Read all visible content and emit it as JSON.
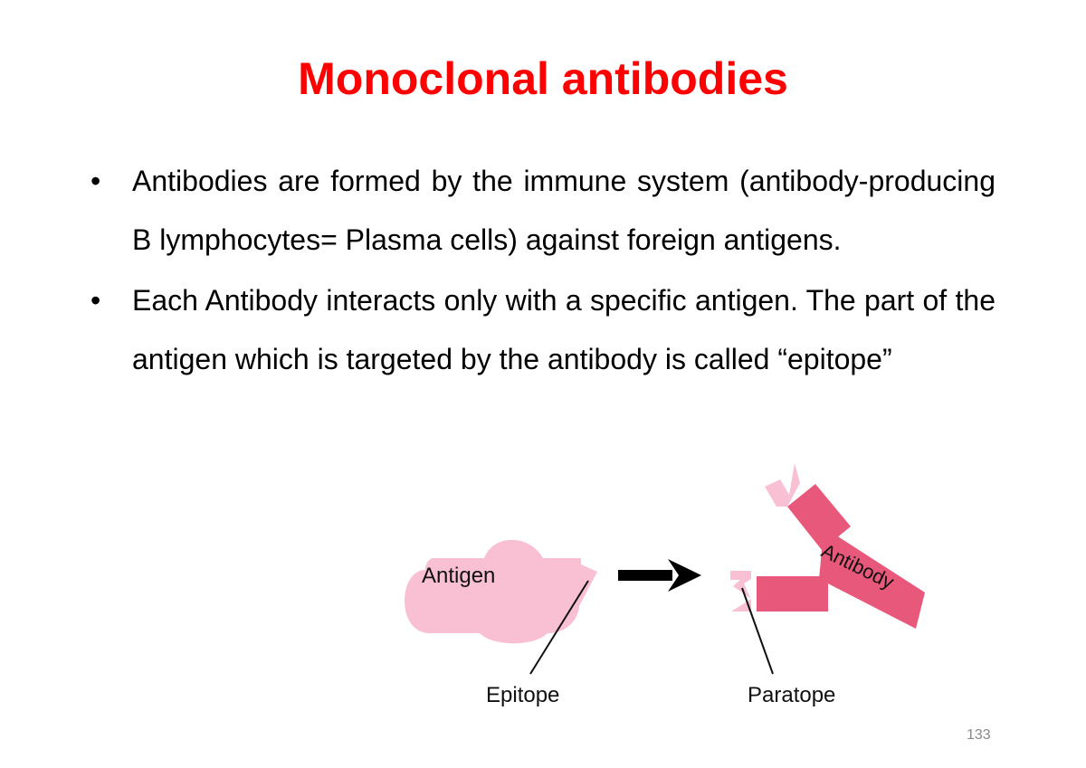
{
  "slide": {
    "title": "Monoclonal antibodies",
    "bullets": [
      {
        "text": "Antibodies are formed by the immune system (antibody-producing B lymphocytes= Plasma cells) against foreign antigens."
      },
      {
        "text": "Each Antibody interacts only with a specific antigen. The part of the antigen which is targeted by the antibody is called “epitope”"
      }
    ],
    "bullet_symbol": "•",
    "page_number": "133"
  },
  "diagram": {
    "antigen_label": "Antigen",
    "antibody_label": "Antibody",
    "epitope_label": "Epitope",
    "paratope_label": "Paratope",
    "colors": {
      "light_pink": "#f9bfd2",
      "dark_pink": "#e8587a",
      "title_red": "#ff0000"
    }
  }
}
